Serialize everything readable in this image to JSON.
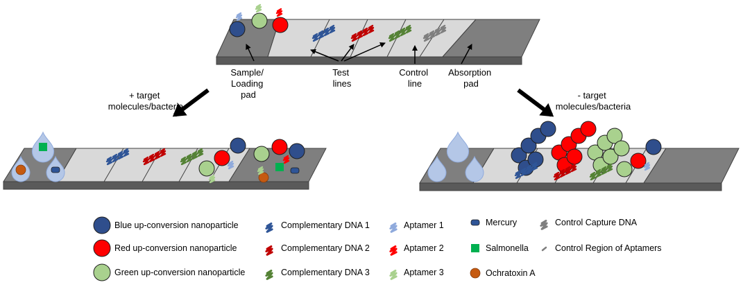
{
  "top_labels": {
    "sample_pad": [
      "Sample/",
      "Loading",
      "pad"
    ],
    "test_lines": [
      "Test",
      "lines"
    ],
    "control_line": [
      "Control",
      "line"
    ],
    "absorption_pad": [
      "Absorption",
      "pad"
    ]
  },
  "branches": {
    "positive": [
      "+ target",
      "molecules/bacteria"
    ],
    "negative": [
      "- target",
      "molecules/bacteria"
    ]
  },
  "legend": {
    "blue_np": "Blue up-conversion nanoparticle",
    "red_np": "Red up-conversion nanoparticle",
    "green_np": "Green up-conversion nanoparticle",
    "cdna1": "Complementary DNA 1",
    "cdna2": "Complementary DNA 2",
    "cdna3": "Complementary DNA 3",
    "apt1": "Aptamer 1",
    "apt2": "Aptamer 2",
    "apt3": "Aptamer 3",
    "mercury": "Mercury",
    "salmonella": "Salmonella",
    "ochratoxin": "Ochratoxin A",
    "control_dna": "Control Capture DNA",
    "control_region": "Control Region of Aptamers"
  },
  "colors": {
    "blue_np": "#2f4e8c",
    "red_np": "#ff0000",
    "green_np": "#a9d18e",
    "cdna1": "#2f5597",
    "cdna2": "#c00000",
    "cdna3": "#548235",
    "apt1": "#8faadc",
    "apt2": "#ff0000",
    "apt3": "#a9d18e",
    "control": "#7f7f7f",
    "pad_dark": "#7f7f7f",
    "membrane": "#d9d9d9",
    "droplet": "#b4c7e7",
    "mercury": "#2f5597",
    "salmonella": "#00b050",
    "ochratoxin": "#c55a11"
  }
}
